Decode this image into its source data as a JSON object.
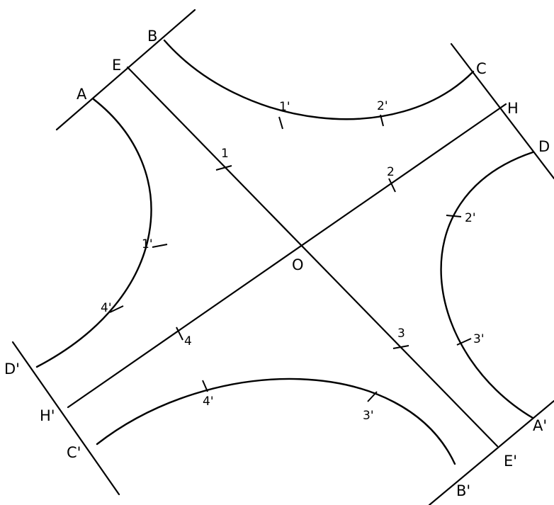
{
  "corner_labels": {
    "A": "A",
    "B": "B",
    "E": "E",
    "C": "C",
    "H": "H",
    "D": "D",
    "D_prime": "D'",
    "H_prime": "H'",
    "C_prime": "C'",
    "A_prime": "A'",
    "E_prime": "E'",
    "B_prime": "B'",
    "O": "O"
  },
  "tick_labels": {
    "t1": "1",
    "t2": "2",
    "t3": "3",
    "t4": "4",
    "top_1p": "1'",
    "top_2p": "2'",
    "right_2p": "2'",
    "right_3p": "3'",
    "bottom_4p": "4'",
    "bottom_3p": "3'",
    "left_1p": "1'",
    "left_4p": "4'"
  },
  "colors": {
    "ink": "#000000",
    "background": "#ffffff"
  }
}
